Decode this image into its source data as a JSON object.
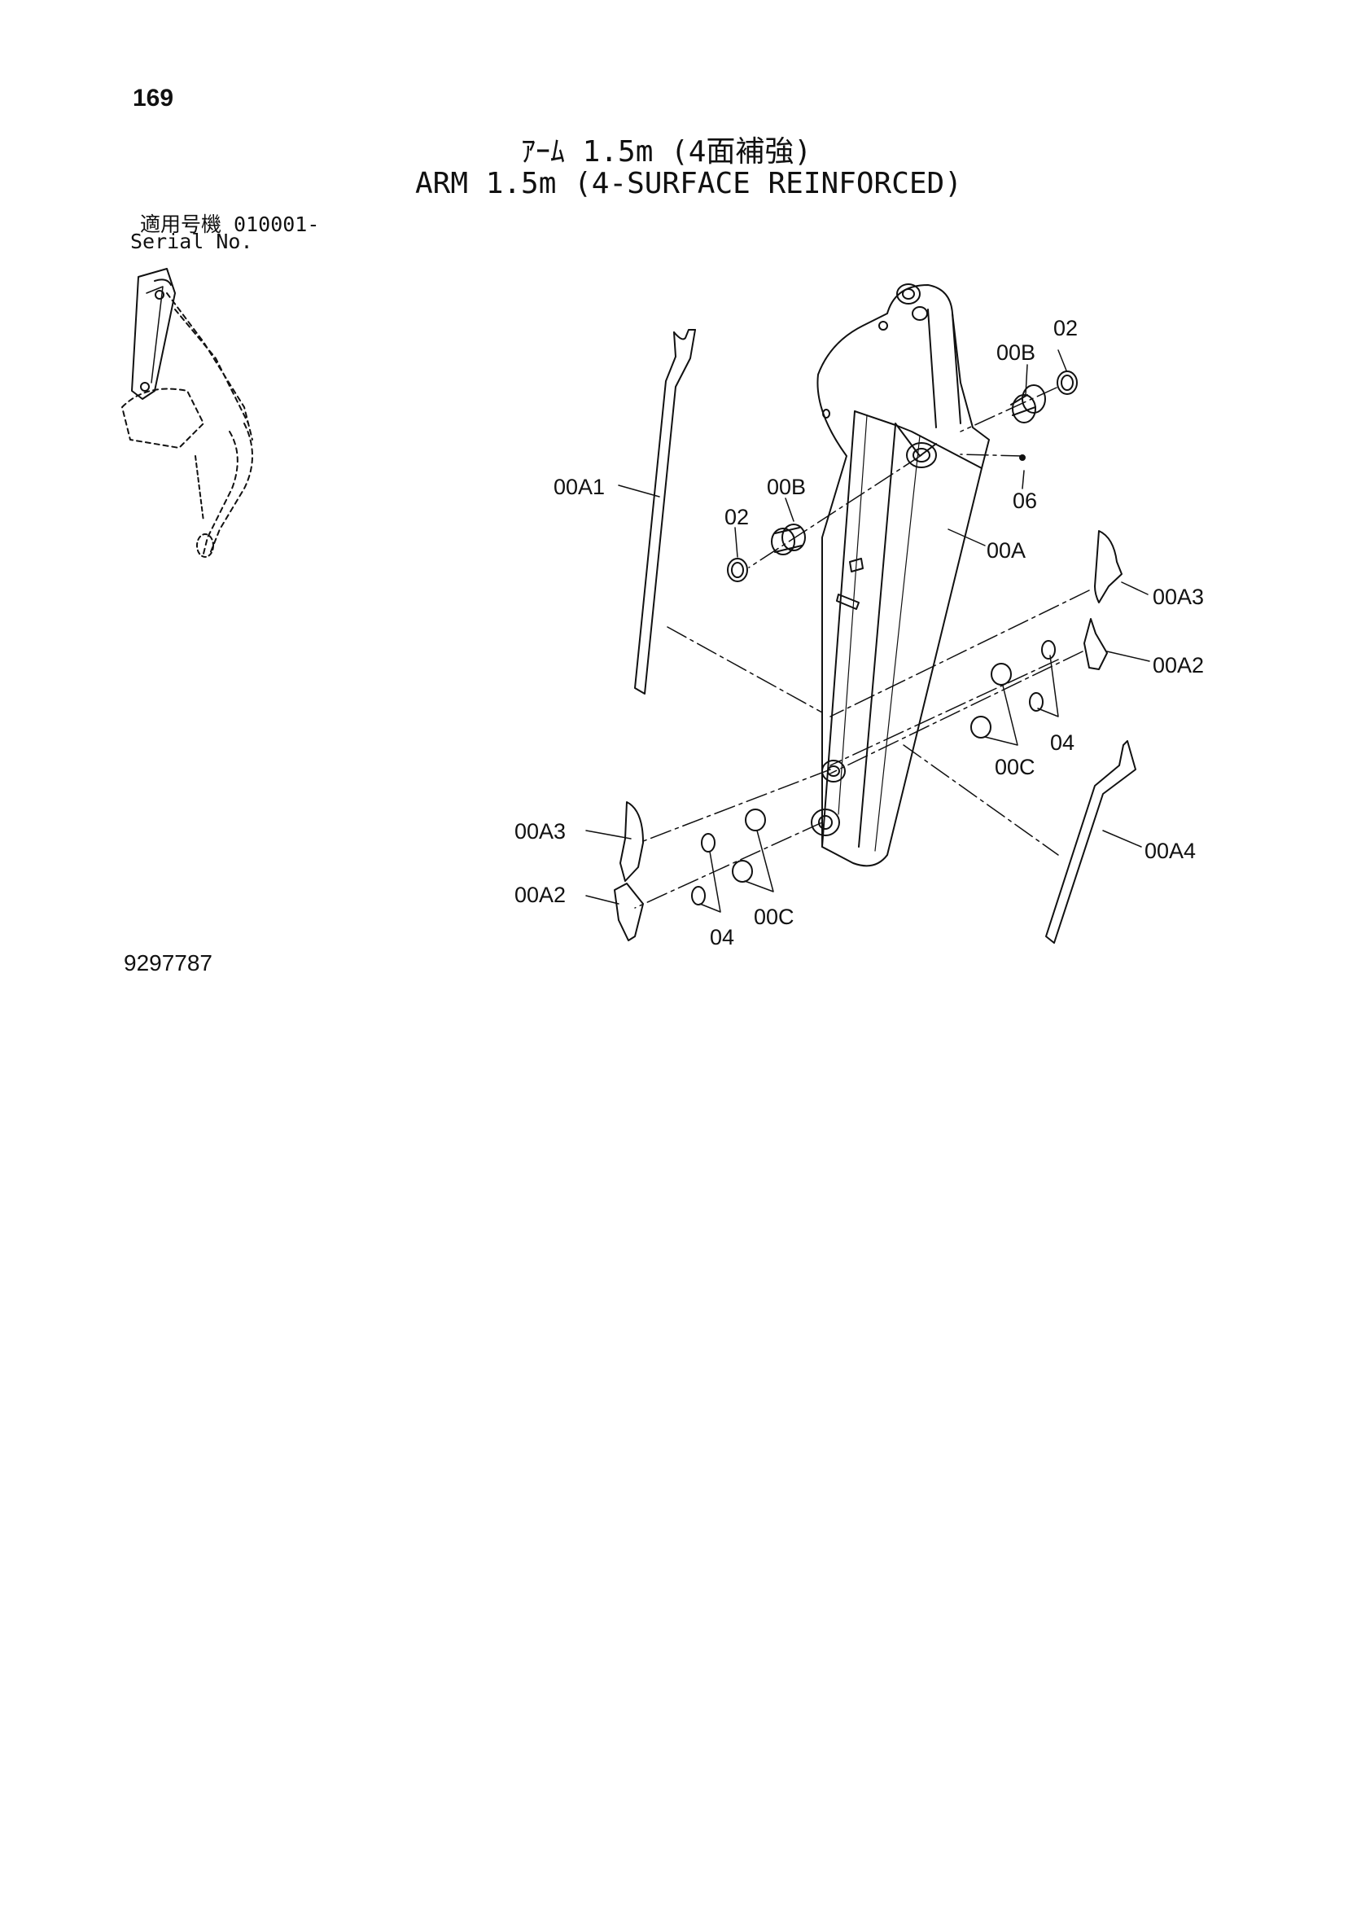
{
  "page_number": "169",
  "title_jp": "ｱｰﾑ 1.5m (4面補強)",
  "title_en": "ARM 1.5m (4-SURFACE REINFORCED)",
  "serial": {
    "jp_label_and_value": "適用号機  010001-",
    "en_label": "Serial No."
  },
  "callouts": {
    "c_00A1": "00A1",
    "c_00B_left": "00B",
    "c_02_left": "02",
    "c_00B_right": "00B",
    "c_02_right": "02",
    "c_06": "06",
    "c_00A": "00A",
    "c_00A3_right": "00A3",
    "c_00A2_right": "00A2",
    "c_04_right": "04",
    "c_00C_right": "00C",
    "c_00A4": "00A4",
    "c_00A3_left": "00A3",
    "c_00A2_left": "00A2",
    "c_00C_left": "00C",
    "c_04_left": "04"
  },
  "drawing_number": "9297787"
}
